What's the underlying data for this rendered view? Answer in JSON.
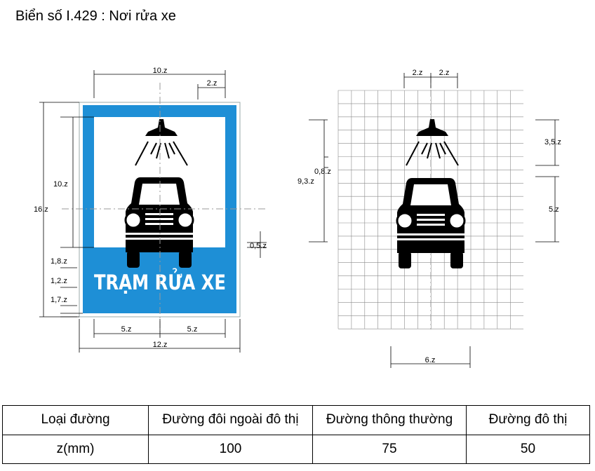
{
  "title": "Biển số I.429 : Nơi rửa xe",
  "sign": {
    "text": "TRẠM RỬA XE",
    "background_color": "#1e8fd6",
    "border_color": "#ffffff",
    "symbol_color": "#000000"
  },
  "left_dims": {
    "top_width": "10.z",
    "top_margin": "2.z",
    "outer_height": "16.z",
    "pict_height": "10.z",
    "gap_small": "0,5.z",
    "band1": "1,8.z",
    "band2": "1,2.z",
    "band3": "1,7.z",
    "bottom_left": "5.z",
    "bottom_right": "5.z",
    "bottom_total": "12.z"
  },
  "right_dims": {
    "top_left": "2.z",
    "top_right": "2.z",
    "total_height": "9,3.z",
    "light_gap": "0,8.z",
    "lamp_height": "3,5.z",
    "car_height": "5.z",
    "car_width": "6.z"
  },
  "table": {
    "header": [
      "Loại đường",
      "Đường đôi ngoài đô thị",
      "Đường thông thường",
      "Đường đô thị"
    ],
    "row": [
      "z(mm)",
      "100",
      "75",
      "50"
    ]
  }
}
